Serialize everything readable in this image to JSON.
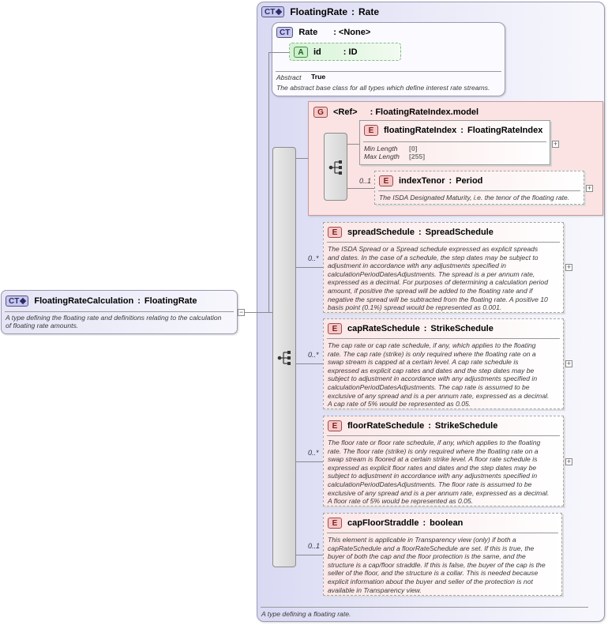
{
  "root": {
    "badge": "CT",
    "name": "FloatingRate",
    "type": "Rate",
    "doc": "A type defining a floating rate."
  },
  "base": {
    "badge": "CT",
    "name": "Rate",
    "type": "<None>",
    "attribute": {
      "badge": "A",
      "name": "id",
      "type": "ID"
    },
    "abstract_label": "Abstract",
    "abstract_value": "True",
    "doc": "The abstract base class for all types which define interest rate streams."
  },
  "left_element": {
    "badge": "CT",
    "name": "FloatingRateCalculation",
    "type": "FloatingRate",
    "doc_line1": "A type defining the floating rate and definitions relating to the calculation",
    "doc_line2": "of floating rate amounts."
  },
  "group": {
    "badge": "G",
    "name": "<Ref>",
    "type": "FloatingRateIndex.model",
    "floating_rate_index": {
      "badge": "E",
      "name": "floatingRateIndex",
      "type": "FloatingRateIndex",
      "min_length_label": "Min Length",
      "min_length_value": "[0]",
      "max_length_label": "Max Length",
      "max_length_value": "[255]"
    },
    "index_tenor": {
      "badge": "E",
      "occurrence": "0..1",
      "name": "indexTenor",
      "type": "Period",
      "doc": "The ISDA Designated Maturity, i.e. the tenor of the floating rate."
    }
  },
  "elements": [
    {
      "badge": "E",
      "occurrence": "0..*",
      "name": "spreadSchedule",
      "type": "SpreadSchedule",
      "doc": [
        "The ISDA Spread or a Spread schedule expressed as explicit spreads",
        "and dates. In the case of a schedule, the step dates may be subject to",
        "adjustment in accordance with any adjustments specified in",
        "calculationPeriodDatesAdjustments. The spread is a per annum rate,",
        "expressed as a decimal. For purposes of determining a calculation period",
        "amount, if positive the spread will be added to the floating rate and if",
        "negative the spread will be subtracted from the floating rate. A positive 10",
        "basis point (0.1%) spread would be represented as 0.001."
      ]
    },
    {
      "badge": "E",
      "occurrence": "0..*",
      "name": "capRateSchedule",
      "type": "StrikeSchedule",
      "doc": [
        "The cap rate or cap rate schedule, if any, which applies to the floating",
        "rate. The cap rate (strike) is only required where the floating rate on a",
        "swap stream is capped at a certain level. A cap rate schedule is",
        "expressed as explicit cap rates and dates and the step dates may be",
        "subject to adjustment in accordance with any adjustments specified in",
        "calculationPeriodDatesAdjustments. The cap rate is assumed to be",
        "exclusive of any spread and is a per annum rate, expressed as a decimal.",
        "A cap rate of 5% would be represented as 0.05."
      ]
    },
    {
      "badge": "E",
      "occurrence": "0..*",
      "name": "floorRateSchedule",
      "type": "StrikeSchedule",
      "doc": [
        "The floor rate or floor rate schedule, if any, which applies to the floating",
        "rate. The floor rate (strike) is only required where the floating rate on a",
        "swap stream is floored at a certain strike level. A floor rate schedule is",
        "expressed as explicit floor rates and dates and the step dates may be",
        "subject to adjustment in accordance with any adjustments specified in",
        "calculationPeriodDatesAdjustments. The floor rate is assumed to be",
        "exclusive of any spread and is a per annum rate, expressed as a decimal.",
        "A floor rate of 5% would be represented as 0.05."
      ]
    },
    {
      "badge": "E",
      "occurrence": "0..1",
      "name": "capFloorStraddle",
      "type": "boolean",
      "doc": [
        "This element is applicable in Transparency view (only) if both a",
        "capRateSchedule and a floorRateSchedule are set. If this is true, the",
        "buyer of both the cap and the floor protection is the same, and the",
        "structure is a cap/floor straddle. If this is false, the buyer of the cap is the",
        "seller of the floor, and the structure is a collar. This is needed because",
        "explicit information about the buyer and seller of the protection is not",
        "available in Transparency view."
      ]
    }
  ]
}
